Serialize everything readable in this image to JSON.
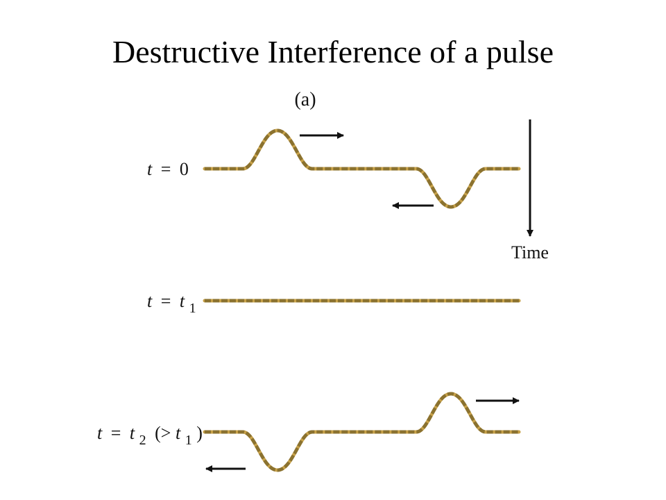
{
  "slide": {
    "title": "Destructive Interference of a pulse"
  },
  "figure": {
    "panel_label": "(a)",
    "time_axis_label": "Time",
    "row_labels": [
      {
        "var": "t",
        "eq": "=",
        "val": "0",
        "sub": "",
        "rest": ""
      },
      {
        "var": "t",
        "eq": "=",
        "val": "t",
        "sub": "1",
        "rest": ""
      },
      {
        "var": "t",
        "eq": "=",
        "val": "t",
        "sub": "2",
        "rest": "(>",
        "rest_var": "t",
        "rest_sub": "1",
        "rest_close": ")"
      }
    ]
  },
  "colors": {
    "string_fill": "#c8a24a",
    "string_dash": "#5a4a1a",
    "ink": "#111111"
  }
}
